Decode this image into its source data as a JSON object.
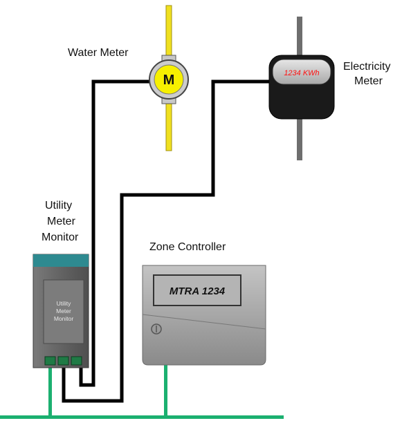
{
  "labels": {
    "water_meter": "Water Meter",
    "electricity_meter_line1": "Electricity",
    "electricity_meter_line2": "Meter",
    "utility_monitor_line1": "Utility",
    "utility_monitor_line2": "Meter",
    "utility_monitor_line3": "Monitor",
    "zone_controller": "Zone Controller"
  },
  "water_meter_badge": "M",
  "electricity_display": "1234 KWh",
  "monitor_face": {
    "line1": "Utility",
    "line2": "Meter",
    "line3": "Monitor"
  },
  "zone_controller_display": "MTRA 1234",
  "colors": {
    "bus_green": "#1bb070",
    "wire_black": "#000000",
    "water_pipe": "#f0e020",
    "water_meter_body": "#f7f000",
    "electric_pipe": "#6e6e6e",
    "electric_meter_body": "#1a1a1a",
    "electric_display_text": "#ff1010",
    "monitor_body": "#6a6a6a",
    "monitor_top": "#2e8a90",
    "terminal_green": "#1f7a45",
    "controller_body": "#a0a0a0"
  },
  "icons": {
    "water_meter": "water-meter-icon",
    "electricity_meter": "electricity-meter-icon",
    "utility_monitor": "utility-monitor-device",
    "zone_controller": "zone-controller-device"
  }
}
